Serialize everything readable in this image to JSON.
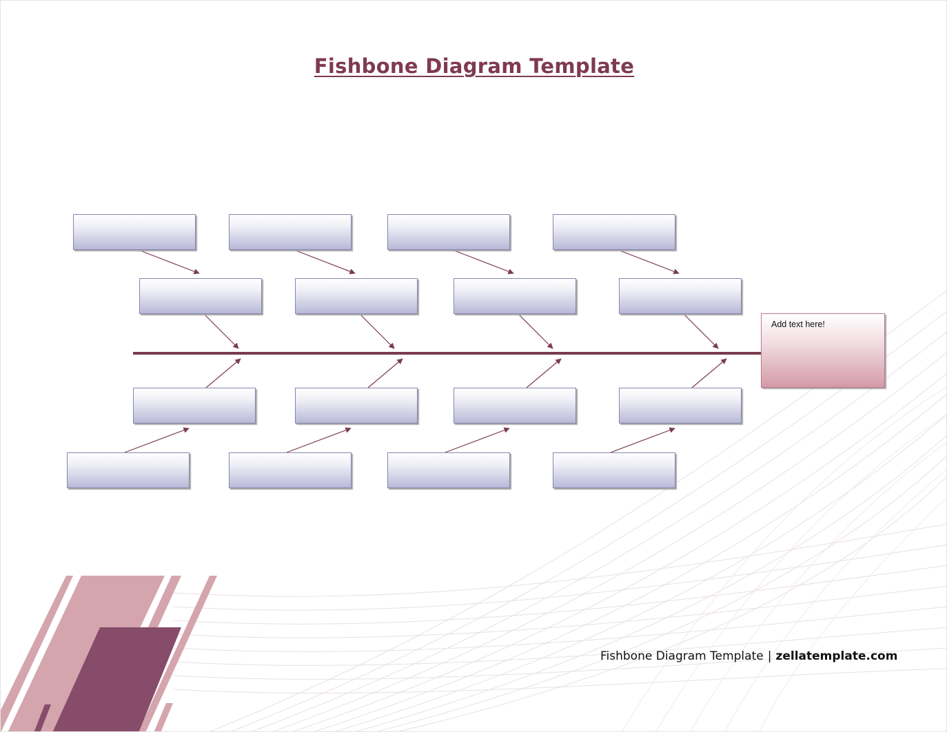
{
  "title": "Fishbone Diagram Template",
  "effect": {
    "text": "Add text here!"
  },
  "footer": {
    "left_text": "Fishbone Diagram Template",
    "separator": "|",
    "site": "zellatemplate.com"
  },
  "colors": {
    "accent": "#7e3a52",
    "spine": "#7a3b4e",
    "deco_light": "#d4a5ad",
    "deco_dark": "#864c6a",
    "box_border": "#8585b0",
    "effect_border": "#c07888"
  },
  "diagram": {
    "cause_box_count": 16,
    "cause_box_text": ""
  }
}
